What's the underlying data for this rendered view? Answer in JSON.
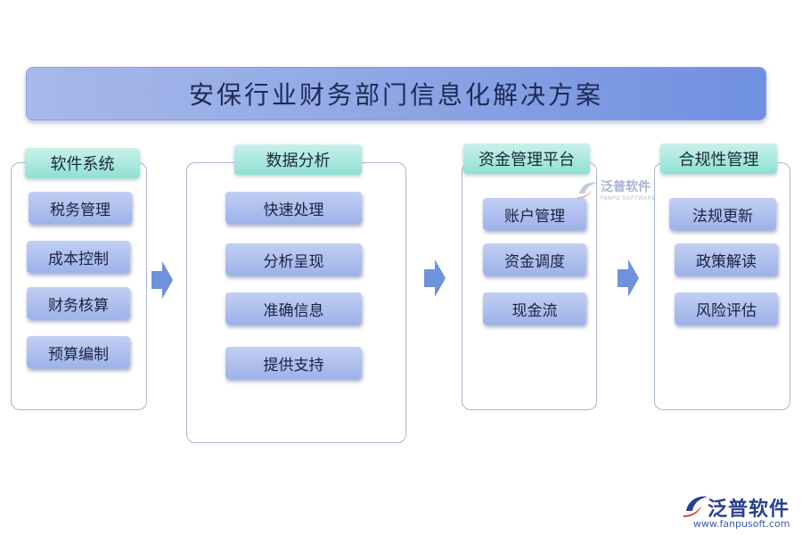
{
  "title": "安保行业财务部门信息化解决方案",
  "columns": [
    {
      "header": "软件系统",
      "items": [
        "税务管理",
        "成本控制",
        "财务核算",
        "预算编制"
      ]
    },
    {
      "header": "数据分析",
      "items": [
        "快速处理",
        "分析呈现",
        "准确信息",
        "提供支持"
      ]
    },
    {
      "header": "资金管理平台",
      "items": [
        "账户管理",
        "资金调度",
        "现金流"
      ]
    },
    {
      "header": "合规性管理",
      "items": [
        "法规更新",
        "政策解读",
        "风险评估"
      ]
    }
  ],
  "watermark": {
    "name": "泛普软件",
    "sub": "FANPU SOFTWARE",
    "url": "www.fanpusoft.com"
  },
  "colors": {
    "title_bg": "#93aae6",
    "header_bg": "#8fe0d4",
    "item_bg": "#a9bbee",
    "panel_border": "#a8b5d8",
    "arrow": "#6f92dd"
  }
}
